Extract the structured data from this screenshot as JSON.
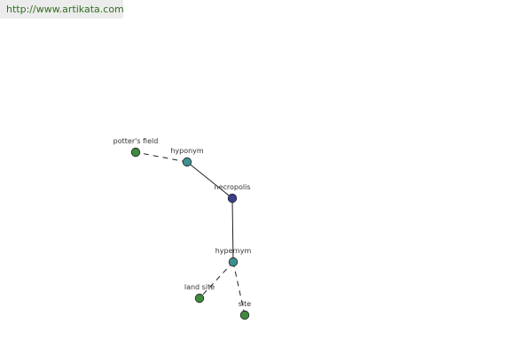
{
  "header": {
    "url_text": "http://www.artikata.com"
  },
  "colors": {
    "root": "#3b3f8f",
    "relation": "#3f8f8f",
    "term": "#3f8a3f",
    "url_text": "#2f6f1f"
  },
  "diagram": {
    "nodes": [
      {
        "id": "necropolis",
        "label": "necropolis",
        "kind": "root"
      },
      {
        "id": "hyponym",
        "label": "hyponym",
        "kind": "relation"
      },
      {
        "id": "potters-field",
        "label": "potter's field",
        "kind": "term"
      },
      {
        "id": "hypernym",
        "label": "hypernym",
        "kind": "relation"
      },
      {
        "id": "land-site",
        "label": "land site",
        "kind": "term"
      },
      {
        "id": "site",
        "label": "site",
        "kind": "term"
      }
    ],
    "edges": [
      {
        "from": "necropolis",
        "to": "hyponym",
        "style": "solid"
      },
      {
        "from": "hyponym",
        "to": "potters-field",
        "style": "dashed"
      },
      {
        "from": "necropolis",
        "to": "hypernym",
        "style": "solid"
      },
      {
        "from": "hypernym",
        "to": "land-site",
        "style": "dashed"
      },
      {
        "from": "hypernym",
        "to": "site",
        "style": "dashed"
      }
    ]
  }
}
